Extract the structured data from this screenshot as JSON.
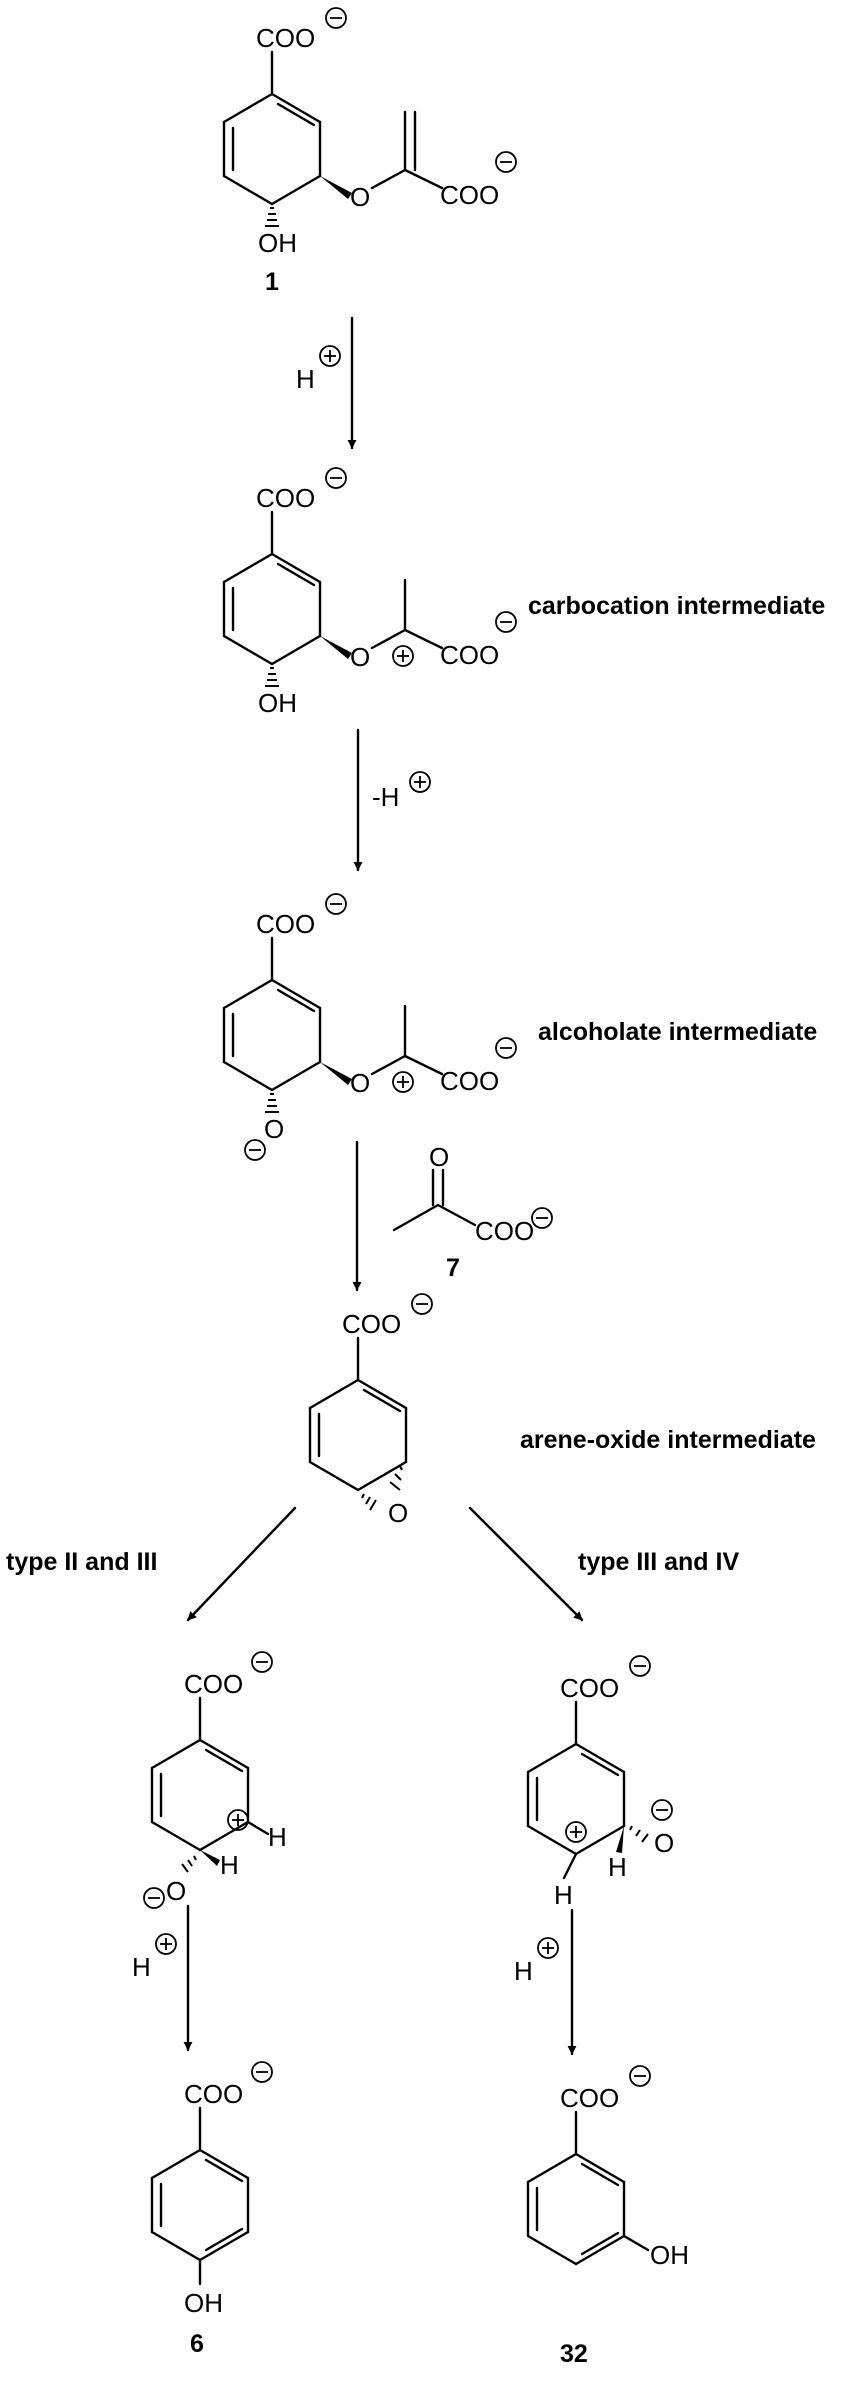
{
  "labels": {
    "coo": "COO",
    "oh": "OH",
    "o": "O",
    "h": "H",
    "minus": "−",
    "plus": "+"
  },
  "compounds": {
    "chorismate": "1",
    "pyruvate": "7",
    "p_hydroxybenzoate": "6",
    "m_hydroxybenzoate": "32"
  },
  "intermediates": {
    "carbocation": "carbocation intermediate",
    "alcoholate": "alcoholate intermediate",
    "arene_oxide": "arene-oxide intermediate"
  },
  "reagents": {
    "protonation": "H",
    "deprotonation": "-H"
  },
  "pathways": {
    "left": "type II and III",
    "right": "type III and IV"
  }
}
